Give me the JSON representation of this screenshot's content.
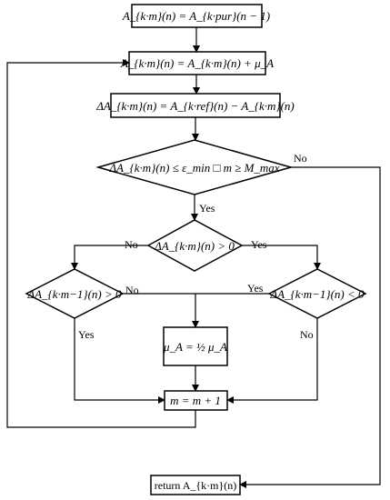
{
  "nodes": {
    "init": "A_{k·m}(n) = A_{k·pur}(n − 1)",
    "update": "A_{k·m}(n) = A_{k·m}(n) + μ_A",
    "error": "ΔA_{k·m}(n) = A_{k·ref}(n) − A_{k·m}(n)",
    "cond_main": "ΔA_{k·m}(n) ≤ ε_min □ m ≥ M_max",
    "cond_sign": "ΔA_{k·m}(n) > 0",
    "cond_left": "ΔA_{k·m−1}(n) > 0",
    "cond_right": "ΔA_{k·m−1}(n) < 0",
    "halve": "μ_A = ½ μ_A",
    "increment": "m = m + 1",
    "return": "return  A_{k·m}(n)"
  },
  "labels": {
    "yes": "Yes",
    "no": "No"
  }
}
